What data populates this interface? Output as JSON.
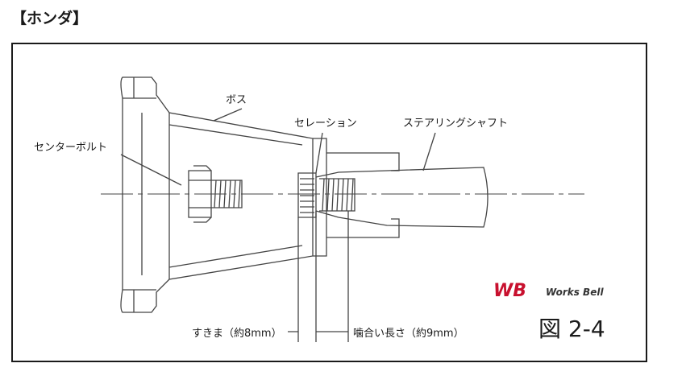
{
  "heading": "【ホンダ】",
  "labels": {
    "boss": "ボス",
    "serration": "セレーション",
    "steering_shaft": "ステアリングシャフト",
    "center_bolt": "センターボルト",
    "clearance": "すきま（約8mm）",
    "engagement": "噛合い長さ（約9mm）"
  },
  "figure_number": "図 2-4",
  "logo": {
    "mark": "WB",
    "text": "Works Bell",
    "color": "#c8102e"
  }
}
